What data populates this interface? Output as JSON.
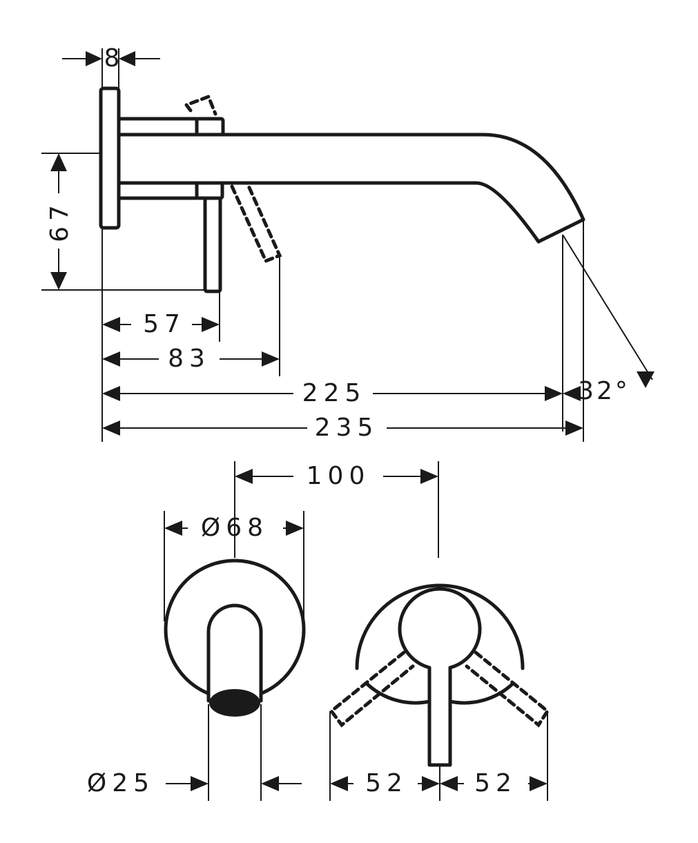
{
  "drawing": {
    "side_view": {
      "dims": {
        "plate_thickness": "8",
        "height": "67",
        "lever_offset": "57",
        "lever_tilt_offset": "83",
        "spout_reach": "225",
        "total_reach": "235",
        "angle": "32°"
      }
    },
    "front_view": {
      "dims": {
        "center_distance": "100",
        "plate_diameter": "Ø68",
        "spout_diameter": "Ø25",
        "lever_left": "52",
        "lever_right": "52"
      }
    }
  }
}
